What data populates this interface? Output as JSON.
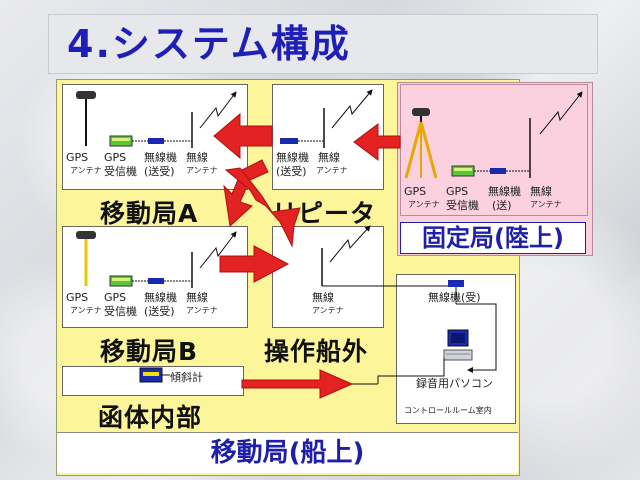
{
  "title": "4.システム構成",
  "mobile_a": {
    "label": "移動局A",
    "gps_antenna": [
      "GPS",
      "アンテナ"
    ],
    "gps_receiver": [
      "GPS",
      "受信機"
    ],
    "radio": [
      "無線機",
      "(送受)"
    ],
    "radio_antenna": [
      "無線",
      "アンテナ"
    ]
  },
  "repeater": {
    "label": "リピータ",
    "radio": [
      "無線機",
      "(送受)"
    ],
    "radio_antenna": [
      "無線",
      "アンテナ"
    ]
  },
  "fixed": {
    "label": "固定局(陸上)",
    "gps_antenna": [
      "GPS",
      "アンテナ"
    ],
    "gps_receiver": [
      "GPS",
      "受信機"
    ],
    "radio": [
      "無線機",
      "(送)"
    ],
    "radio_antenna": [
      "無線",
      "アンテナ"
    ]
  },
  "mobile_b": {
    "label": "移動局B",
    "gps_antenna": [
      "GPS",
      "アンテナ"
    ],
    "gps_receiver": [
      "GPS",
      "受信機"
    ],
    "radio": [
      "無線機",
      "(送受)"
    ],
    "radio_antenna": [
      "無線",
      "アンテナ"
    ]
  },
  "outboard": {
    "label": "操作船外",
    "radio_antenna": [
      "無線",
      "アンテナ"
    ]
  },
  "control_room": {
    "radio": "無線機(受)",
    "pc": "録音用パソコン",
    "label": "コントロールルーム室内"
  },
  "housing": {
    "label": "函体内部",
    "instrument": "傾斜計"
  },
  "ship_label": "移動局(船上)",
  "colors": {
    "title": "#1f1fb8",
    "yellow_panel": "#fdf59a",
    "pink_panel": "#fbd1df",
    "arrow": "#e32222",
    "radio_device": "#1a2ab0"
  }
}
